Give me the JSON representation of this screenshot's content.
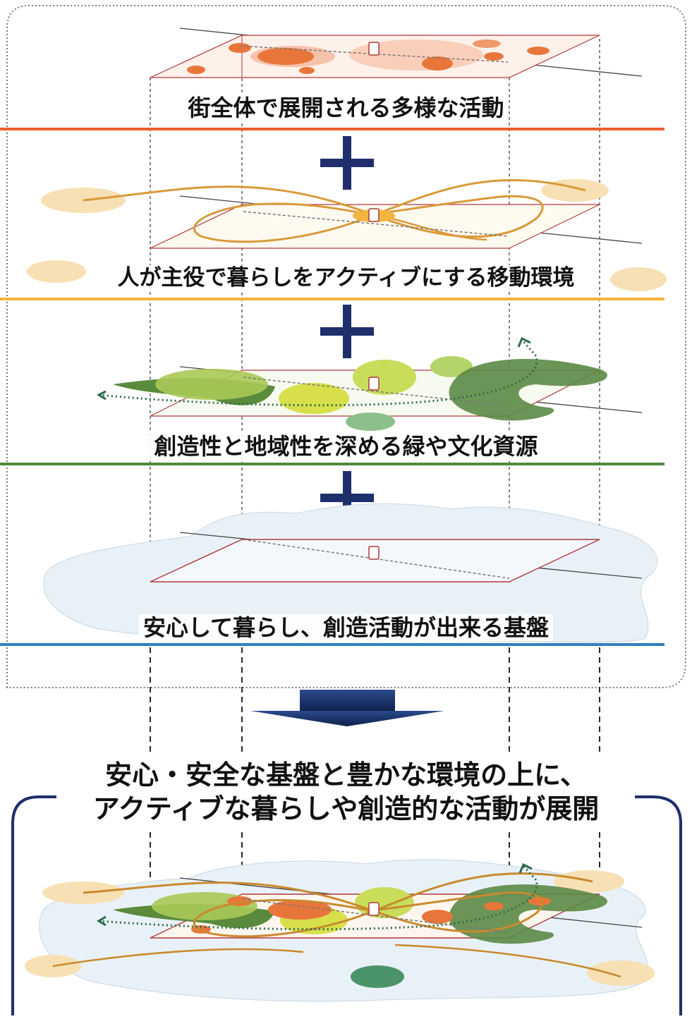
{
  "layers": [
    {
      "label": "街全体で展開される多様な活動",
      "color": "#e8612a"
    },
    {
      "label": "人が主役で暮らしをアクティブにする移動環境",
      "color": "#f5b23c"
    },
    {
      "label": "創造性と地域性を深める緑や文化資源",
      "color": "#4f8a3a"
    },
    {
      "label": "安心して暮らし、創造活動が出来る基盤",
      "color": "#2f7fc4"
    }
  ],
  "summary": {
    "line1": "安心・安全な基盤と豊かな環境の上に、",
    "line2": "アクティブな暮らしや創造的な活動が展開"
  },
  "colors": {
    "plus": "#1e2f6b",
    "frame_bottom": "#1e2f6b",
    "arrow": "#1e3a78",
    "plane_edge": "#b0393a",
    "base_fill": "#e9f1f8"
  },
  "icons": [
    "plus-icon",
    "down-arrow-icon",
    "station-icon"
  ]
}
